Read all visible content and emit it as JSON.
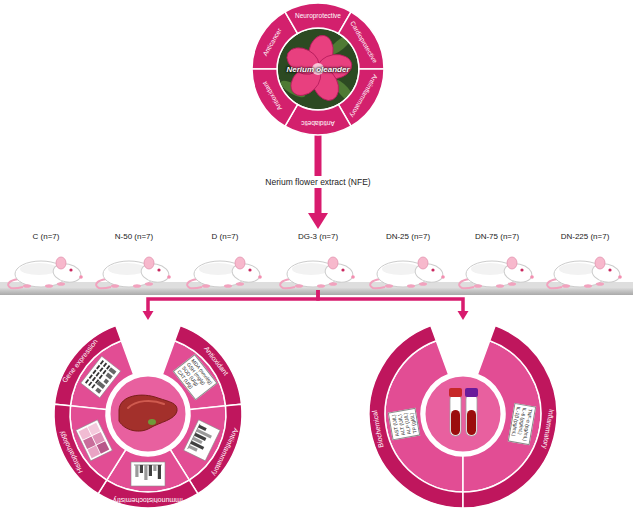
{
  "diagram": {
    "nodes": [
      {
        "text": [
          "Nerium oleander"
        ]
      },
      {
        "text": [
          "Anticancer"
        ],
        "in": 0
      },
      {
        "text": [
          "Neuroprotective"
        ],
        "in": 0
      },
      {
        "text": [
          "Cardioprotective"
        ],
        "in": 0
      },
      {
        "text": [
          "Antiinflammatory"
        ],
        "in": 0
      },
      {
        "text": [
          "Antidiabetic"
        ],
        "in": 0
      },
      {
        "text": [
          "Antioxidant"
        ],
        "in": 0
      },
      {
        "text": [
          "C (n=7)"
        ]
      },
      {
        "text": [
          "N-50 (n=7)"
        ]
      },
      {
        "text": [
          "D (n=7)"
        ]
      },
      {
        "text": [
          "DG-3 (n=7)"
        ]
      },
      {
        "text": [
          "DN-25 (n=7)"
        ]
      },
      {
        "text": [
          "DN-75 (n=7)"
        ]
      },
      {
        "text": [
          "DN-225 (n=7)"
        ]
      },
      {
        "text": []
      },
      {
        "text": [
          "Gene expression"
        ],
        "in": 14
      },
      {
        "text": [
          "Antioxidant",
          "MDA (nmol/g)",
          "GSH (mg/g)",
          "SOD (U/g)",
          "CAT (U/g)"
        ],
        "in": 14
      },
      {
        "text": [
          "Antiinflammatory"
        ],
        "in": 14
      },
      {
        "text": [
          "Immunohistochemistry"
        ],
        "in": 14
      },
      {
        "text": [
          "Histopathology"
        ],
        "in": 14
      },
      {
        "text": []
      },
      {
        "text": [
          "Biochemical",
          "AST (U/L)",
          "ALT (U/L)",
          "ALP (U/L)",
          "TP (g/dL)"
        ],
        "in": 20
      },
      {
        "text": [
          "Inflammatory",
          "TNF-α (pg/mL)",
          "IL-6 (pg/mL)",
          "IL-1β (pg/mL)"
        ],
        "in": 20
      }
    ],
    "edges": [
      {
        "from": 0,
        "to": 10,
        "arrow": "to",
        "label": "Nerium flower extract (NFE)"
      },
      {
        "from": 10,
        "to": 14,
        "arrow": "to"
      },
      {
        "from": 10,
        "to": 20,
        "arrow": "to"
      }
    ]
  }
}
